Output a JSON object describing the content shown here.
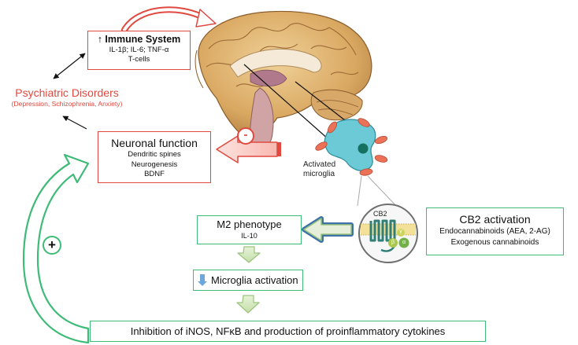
{
  "immune": {
    "arrow_symbol": "↑",
    "title": "Immune System",
    "line1": "IL-1β; IL-6; TNF-α",
    "line2": "T-cells"
  },
  "psychiatric": {
    "title": "Psychiatric Disorders",
    "subtitle": "(Depression, Schizophrenia, Anxiety)"
  },
  "neuronal": {
    "title": "Neuronal function",
    "items": [
      "Dendritic spines",
      "Neurogenesis",
      "BDNF"
    ]
  },
  "microglia_label": [
    "Activated",
    "microglia"
  ],
  "receptor": {
    "name": "CB2",
    "subunits": [
      "γ",
      "β",
      "α"
    ]
  },
  "m2": {
    "title": "M2 phenotype",
    "sub": "IL-10"
  },
  "cb2_activation": {
    "title": "CB2 activation",
    "line1": "Endocannabinoids (AEA, 2-AG)",
    "line2": "Exogenous cannabinoids"
  },
  "microglia_activation": {
    "title": "Microglia activation"
  },
  "inhibition": {
    "text": "Inhibition of  iNOS, NFκB and production of  proinflammatory cytokines"
  },
  "symbols": {
    "minus": "-",
    "plus": "+"
  },
  "colors": {
    "red": "#e0493f",
    "green": "#3dbb77",
    "microglia": "#6cc9d6",
    "receptor": "#2f7f76"
  }
}
